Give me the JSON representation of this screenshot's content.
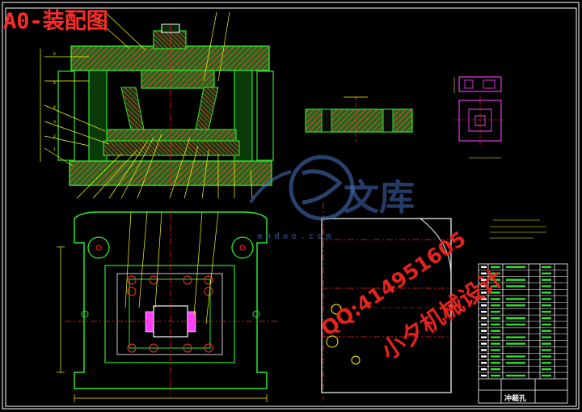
{
  "title": "A0-装配图",
  "watermark": {
    "brand": "文库",
    "url": "endoo.com"
  },
  "overlay": {
    "qq": "QQ:414951605",
    "designer": "小夕机械设计"
  },
  "title_block": {
    "drawing_name": "冲裁孔"
  },
  "colors": {
    "background": "#000000",
    "frame": "#ffffff",
    "section_fill": "#ff3030",
    "outline_green": "#2ce62c",
    "dim_yellow": "#ffff00",
    "centerline_red": "#ff2020",
    "magenta": "#ff40ff",
    "cyan": "#30e0ff",
    "blue_wm": "#4a78c8"
  }
}
